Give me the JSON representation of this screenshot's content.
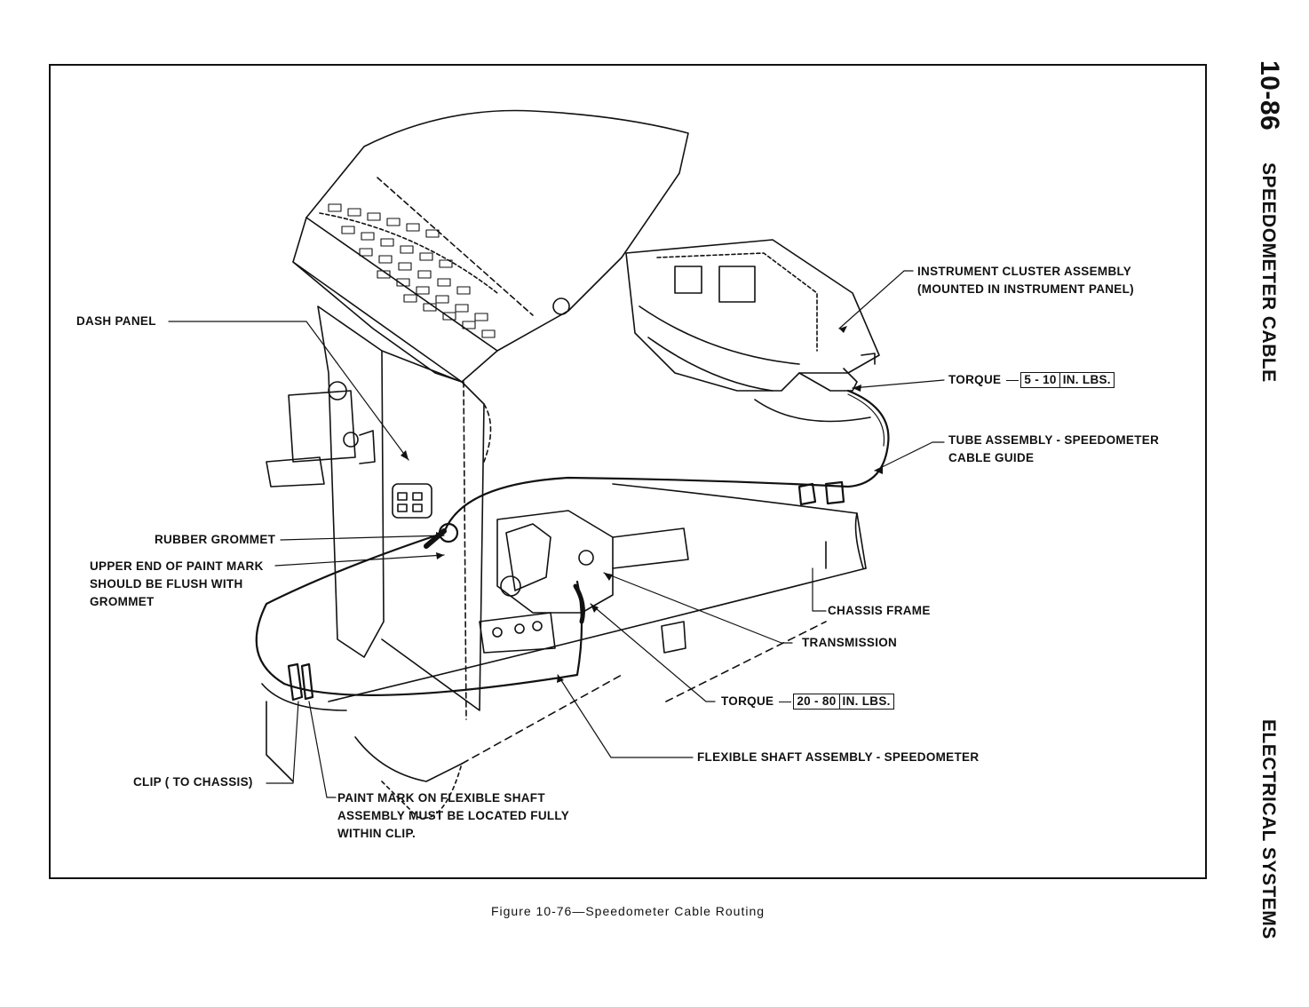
{
  "page": {
    "section_number": "10-86",
    "section_title": "SPEEDOMETER CABLE",
    "chapter_title": "ELECTRICAL SYSTEMS",
    "figure_caption": "Figure 10-76—Speedometer Cable Routing"
  },
  "callouts": {
    "dash_panel": "DASH PANEL",
    "instrument_cluster_1": "INSTRUMENT  CLUSTER  ASSEMBLY",
    "instrument_cluster_2": "(MOUNTED  IN  INSTRUMENT  PANEL)",
    "torque_upper_label": "TORQUE",
    "torque_upper_value": "5 - 10",
    "torque_upper_unit": "IN. LBS.",
    "tube_assembly_1": "TUBE  ASSEMBLY - SPEEDOMETER",
    "tube_assembly_2": "CABLE  GUIDE",
    "rubber_grommet": "RUBBER  GROMMET",
    "paint_mark_upper_1": "UPPER  END OF  PAINT  MARK",
    "paint_mark_upper_2": "SHOULD BE  FLUSH  WITH",
    "paint_mark_upper_3": "GROMMET",
    "chassis_frame": "CHASSIS FRAME",
    "transmission": "TRANSMISSION",
    "torque_lower_label": "TORQUE",
    "torque_lower_value": "20 - 80",
    "torque_lower_unit": "IN. LBS.",
    "flexible_shaft": "FLEXIBLE  SHAFT  ASSEMBLY - SPEEDOMETER",
    "clip_chassis": "CLIP ( TO  CHASSIS)",
    "paint_mark_clip_1": "PAINT  MARK  ON  FLEXIBLE  SHAFT",
    "paint_mark_clip_2": "ASSEMBLY  MUST  BE  LOCATED  FULLY",
    "paint_mark_clip_3": "WITHIN  CLIP."
  }
}
